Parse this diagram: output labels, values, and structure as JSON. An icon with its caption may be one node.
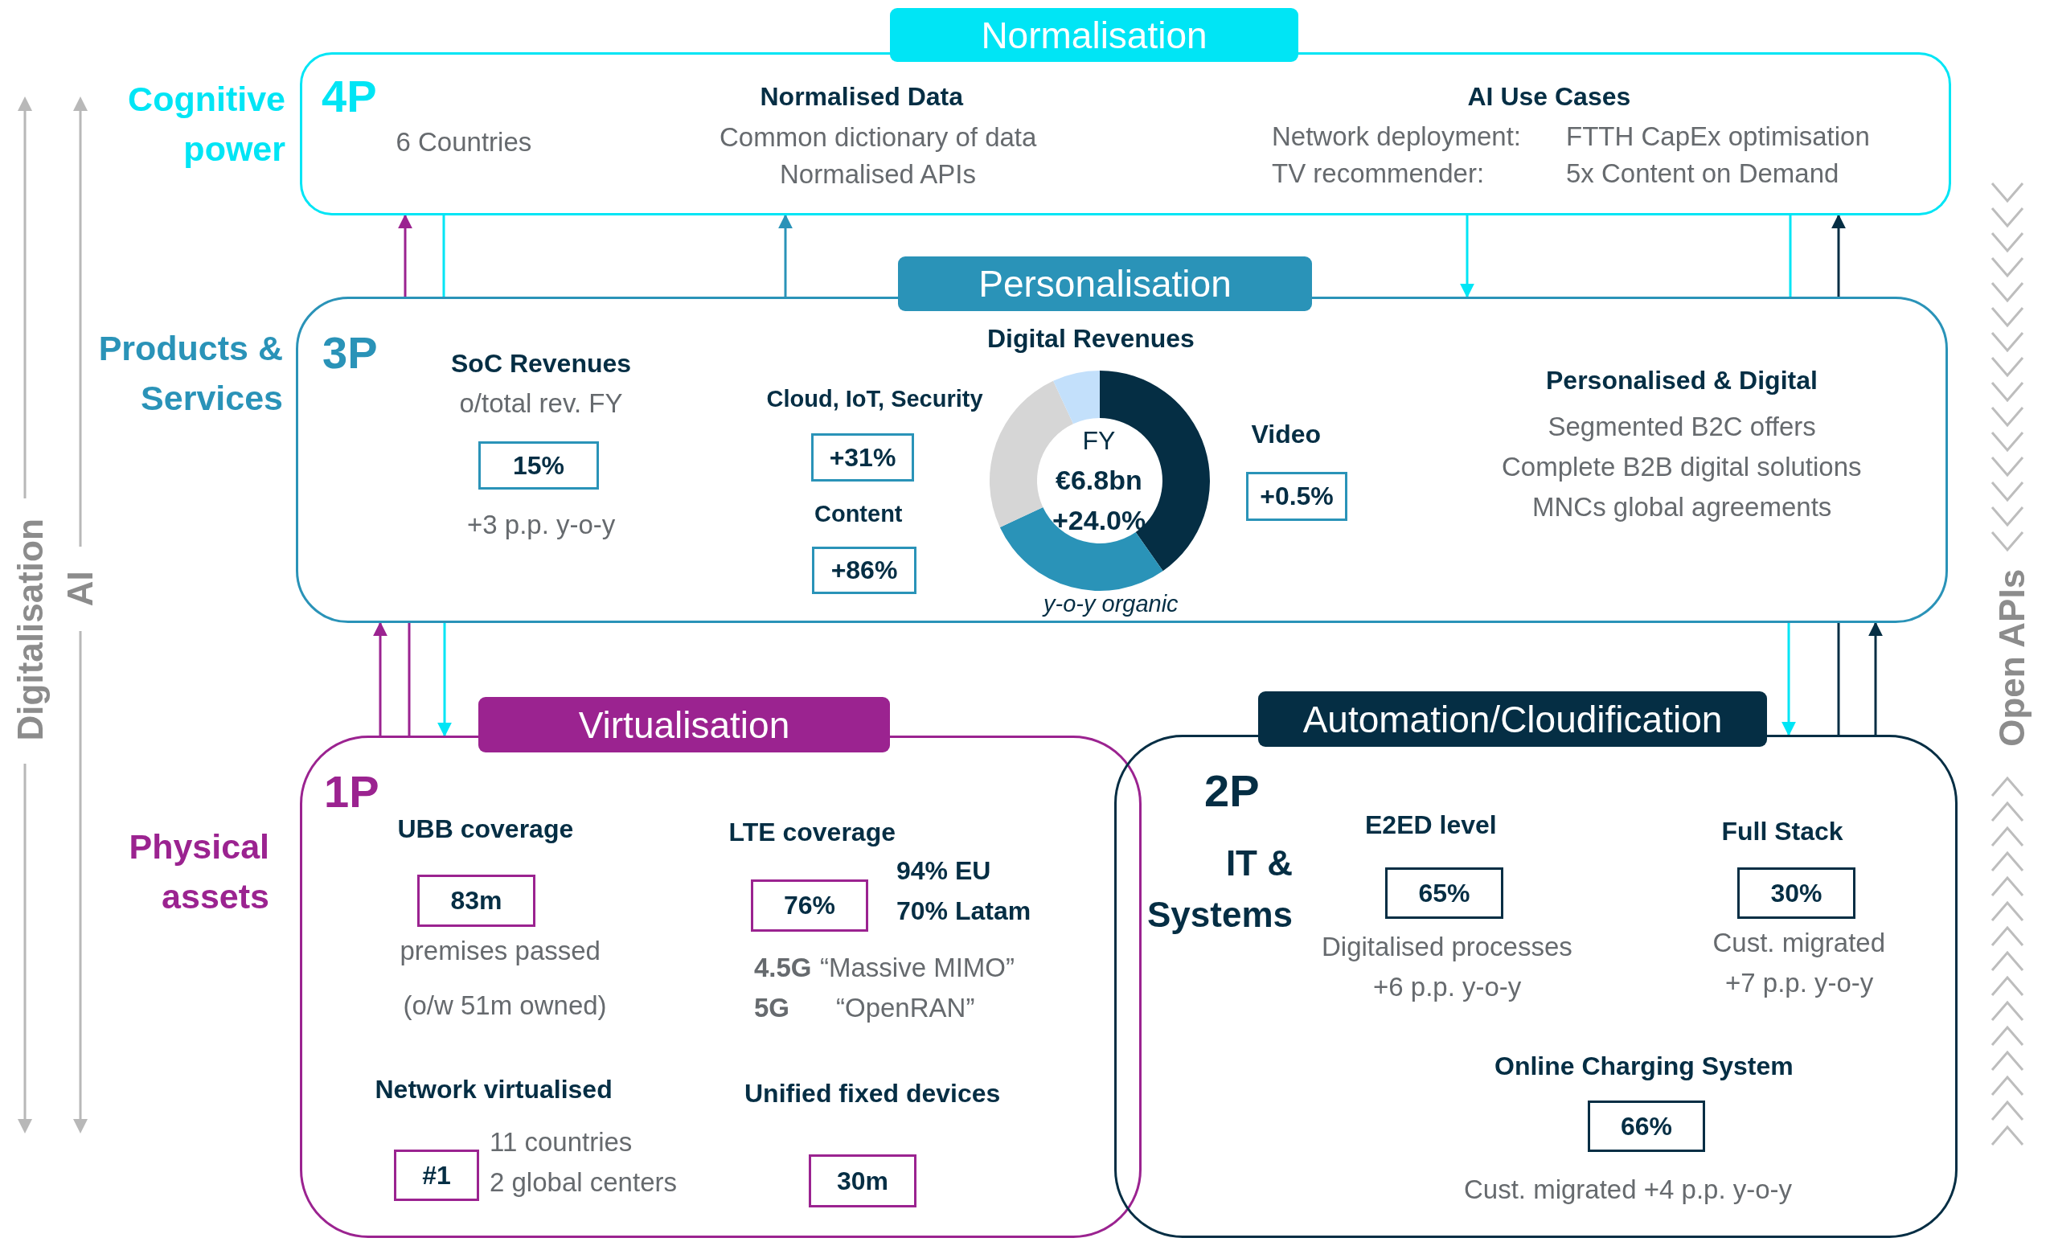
{
  "diagram": {
    "nodes": [
      {
        "text": [
          "Normalisation"
        ]
      },
      {
        "text": [
          "4P"
        ],
        "beside": [
          "Cognitive power"
        ]
      },
      {
        "text": [
          "Personalisation"
        ]
      },
      {
        "text": [
          "3P"
        ],
        "beside": [
          "Products & Services"
        ]
      },
      {
        "text": [
          "Virtualisation"
        ]
      },
      {
        "text": [
          "1P"
        ],
        "beside": [
          "Physical assets"
        ]
      },
      {
        "text": [
          "Automation/Cloudification"
        ]
      },
      {
        "text": [
          "2P",
          "IT & Systems"
        ]
      },
      {
        "text": [
          "15%"
        ],
        "in": 3
      },
      {
        "text": [
          "+31%"
        ],
        "in": 3
      },
      {
        "text": [
          "+86%"
        ],
        "in": 3
      },
      {
        "text": [
          "+0.5%"
        ],
        "in": 3
      },
      {
        "text": [
          "83m"
        ],
        "in": 5
      },
      {
        "text": [
          "76%"
        ],
        "in": 5
      },
      {
        "text": [
          "#1"
        ],
        "in": 5
      },
      {
        "text": [
          "30m"
        ],
        "in": 5
      },
      {
        "text": [
          "65%"
        ],
        "in": 7
      },
      {
        "text": [
          "30%"
        ],
        "in": 7
      },
      {
        "text": [
          "66%"
        ],
        "in": 7
      }
    ],
    "edges": [
      {
        "from": 3,
        "to": 1,
        "arrow": "to",
        "color": "#9b2390"
      },
      {
        "from": 1,
        "to": 3,
        "arrow": "none"
      },
      {
        "from": 3,
        "to": 1,
        "arrow": "to",
        "color": "#2a93b8"
      },
      {
        "from": 1,
        "to": 3,
        "arrow": "to"
      },
      {
        "from": 1,
        "to": 3,
        "arrow": "none"
      },
      {
        "from": 3,
        "to": 1,
        "arrow": "to",
        "color": "#052e44"
      },
      {
        "from": 5,
        "to": 3,
        "arrow": "to",
        "color": "#9b2390"
      },
      {
        "from": 5,
        "to": 3,
        "arrow": "none",
        "color": "#9b2390"
      },
      {
        "from": 3,
        "to": 5,
        "arrow": "to"
      },
      {
        "from": 3,
        "to": 7,
        "arrow": "to"
      },
      {
        "from": 7,
        "to": 3,
        "arrow": "none",
        "color": "#052e44"
      },
      {
        "from": 7,
        "to": 3,
        "arrow": "to",
        "color": "#052e44"
      }
    ],
    "labels": [
      "6 Countries",
      "Normalised Data",
      "Common dictionary of data",
      "Normalised APIs",
      "AI Use Cases",
      "Network deployment:",
      "FTTH CapEx optimisation",
      "TV recommender:",
      "5x Content on Demand",
      "SoC Revenues",
      "o/total rev. FY",
      "+3 p.p. y-o-y",
      "Digital Revenues",
      "Cloud, IoT, Security",
      "Content",
      "FY",
      "€6.8bn",
      "+24.0%",
      "y-o-y organic",
      "Video",
      "Personalised & Digital",
      "Segmented B2C offers",
      "Complete B2B digital solutions",
      "MNCs global agreements",
      "UBB coverage",
      "premises passed",
      "(o/w 51m owned)",
      "LTE coverage",
      "94% EU",
      "70% Latam",
      "4.5G",
      "“Massive MIMO”",
      "5G",
      "“OpenRAN”",
      "Network virtualised",
      "11 countries",
      "2 global centers",
      "Unified fixed devices",
      "E2ED level",
      "Digitalised processes",
      "+6 p.p. y-o-y",
      "Full Stack",
      "Cust. migrated",
      "+7 p.p. y-o-y",
      "Online Charging System",
      "Cust. migrated +4 p.p. y-o-y",
      "Digitalisation",
      "AI",
      "Open APIs"
    ]
  }
}
